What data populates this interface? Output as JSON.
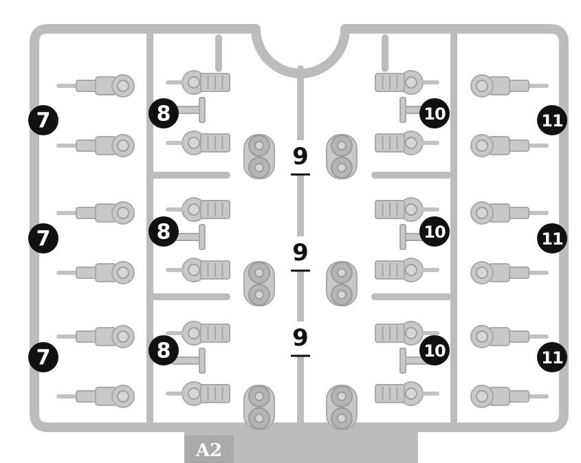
{
  "sprue": {
    "tag": "A2",
    "colors": {
      "frame": "#bcbcbc",
      "part": "#c8c8c8",
      "badge": "#111111",
      "badge_text": "#ffffff"
    },
    "labels": {
      "col7": [
        "7",
        "7",
        "7"
      ],
      "col8": [
        "8",
        "8",
        "8"
      ],
      "col9": [
        "9",
        "9",
        "9"
      ],
      "col10": [
        "10",
        "10",
        "10"
      ],
      "col11": [
        "11",
        "11",
        "11"
      ]
    }
  }
}
